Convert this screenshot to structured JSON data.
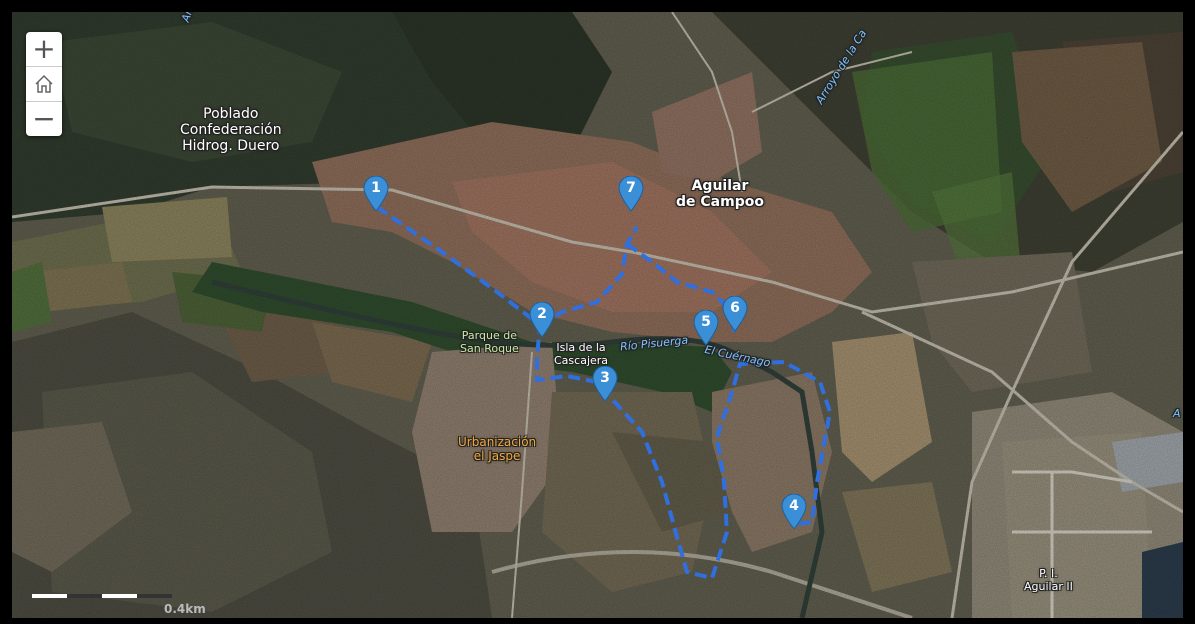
{
  "map": {
    "controls": {
      "zoom_in": "+",
      "home": "home",
      "zoom_out": "−"
    },
    "labels": {
      "poblado": "Poblado\nConfederación\nHidrog. Duero",
      "aguilar": "Aguilar\nde Campoo",
      "parque": "Parque de\nSan Roque",
      "isla": "Isla de la\nCascajera",
      "rio": "Río Pisuerga",
      "cuernago": "El Cuérnago",
      "urbanizacion": "Urbanización\nel Jaspe",
      "pi": "P. I.\nAguilar II",
      "arroyo_left": "Arroyo",
      "arroyo_right": "Arroyo de la Ca",
      "edge_a": "A"
    },
    "markers": [
      "1",
      "2",
      "3",
      "4",
      "5",
      "6",
      "7"
    ],
    "scale": "0.4km",
    "colors": {
      "route": "#2f6fe0",
      "marker": "#3a8fd6"
    }
  }
}
